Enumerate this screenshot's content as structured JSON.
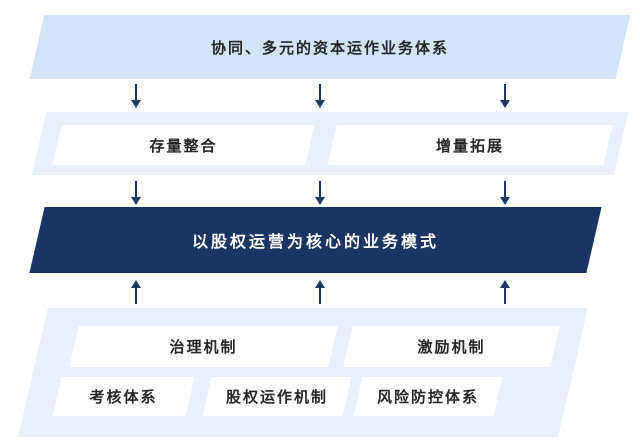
{
  "colors": {
    "band_light": "#d5e3f8",
    "band_lighter": "#e9f0fb",
    "band_dark": "#193662",
    "box_white": "#ffffff",
    "arrow": "#1f3864",
    "text_dark": "#262626",
    "text_light": "#ffffff"
  },
  "diagram": {
    "top_banner": {
      "label": "协同、多元的资本运作业务体系"
    },
    "middle_row": {
      "items": [
        {
          "label": "存量整合"
        },
        {
          "label": "增量拓展"
        }
      ]
    },
    "core_banner": {
      "label": "以股权运营为核心的业务模式"
    },
    "support_rows": {
      "row1": [
        {
          "label": "治理机制"
        },
        {
          "label": "激励机制"
        }
      ],
      "row2": [
        {
          "label": "考核体系"
        },
        {
          "label": "股权运作机制"
        },
        {
          "label": "风险防控体系"
        }
      ]
    }
  }
}
